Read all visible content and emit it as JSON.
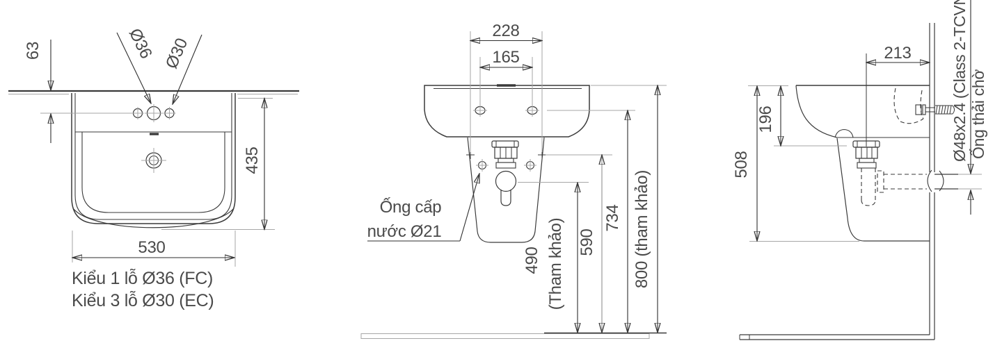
{
  "plan_view": {
    "dim_hole_offset": "63",
    "hole_large_label": "Ø36",
    "hole_small_label": "Ø30",
    "dim_depth": "435",
    "dim_width": "530",
    "caption_line1": "Kiểu 1 lỗ Ø36 (FC)",
    "caption_line2": "Kiểu 3 lỗ Ø30 (EC)"
  },
  "front_view": {
    "dim_fixing_span": "228",
    "dim_mounting_span": "165",
    "supply_label_line1": "Ống cấp",
    "supply_label_line2": "nước Ø21",
    "dim_trap_height": "490",
    "dim_trap_note": "(Tham khảo)",
    "dim_supply_height": "590",
    "dim_mounting_height": "734",
    "dim_rim_height": "800 (tham khảo)"
  },
  "side_view": {
    "dim_drain_to_wall": "213",
    "dim_apron": "196",
    "dim_overall_depth": "508",
    "drain_pipe_spec": "Ø48x2.4 (Class 2-TCVN",
    "drain_pipe_label": "Ống thải chờ"
  },
  "colors": {
    "line": "#3a3a3a",
    "light_line": "#a6a6a6",
    "text": "#4a4a4a",
    "background": "#ffffff"
  }
}
